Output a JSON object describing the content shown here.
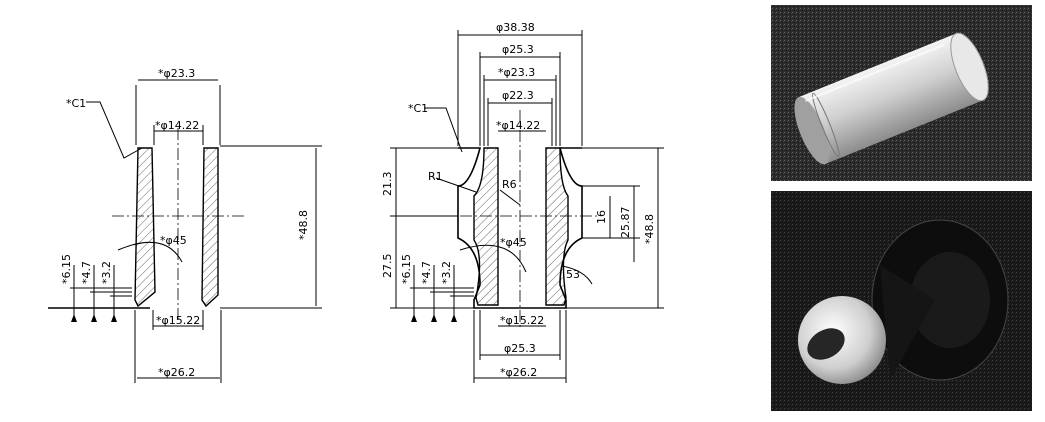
{
  "left_drawing": {
    "chamfer_label": "*C1",
    "dim_outer_top": "*φ23.3",
    "dim_inner_top": "*φ14.22",
    "dim_height": "*48.8",
    "dim_angle": "*φ45",
    "dim_v1": "*6.15",
    "dim_v2": "*4.7",
    "dim_v3": "*3.2",
    "dim_inner_bottom": "*φ15.22",
    "dim_outer_bottom": "*φ26.2"
  },
  "right_drawing": {
    "chamfer_label": "*C1",
    "dim_top1": "φ38.38",
    "dim_top2": "φ25.3",
    "dim_top3": "*φ23.3",
    "dim_top4": "φ22.3",
    "dim_top5": "*φ14.22",
    "radius1": "R1",
    "radius2": "R6",
    "dim_left_upper": "21.3",
    "dim_left_lower": "27.5",
    "dim_v1": "*6.15",
    "dim_v2": "*4.7",
    "dim_v3": "*3.2",
    "dim_angle": "*φ45",
    "dim_angle2": "53",
    "dim_r1": "16",
    "dim_r2": "25.87",
    "dim_r3": "*48.8",
    "dim_bottom1": "*φ15.22",
    "dim_bottom2": "φ25.3",
    "dim_bottom3": "*φ26.2"
  },
  "photos": {
    "top_alt": "photo-cylindrical-sleeve",
    "bottom_alt": "photo-flanged-part"
  }
}
